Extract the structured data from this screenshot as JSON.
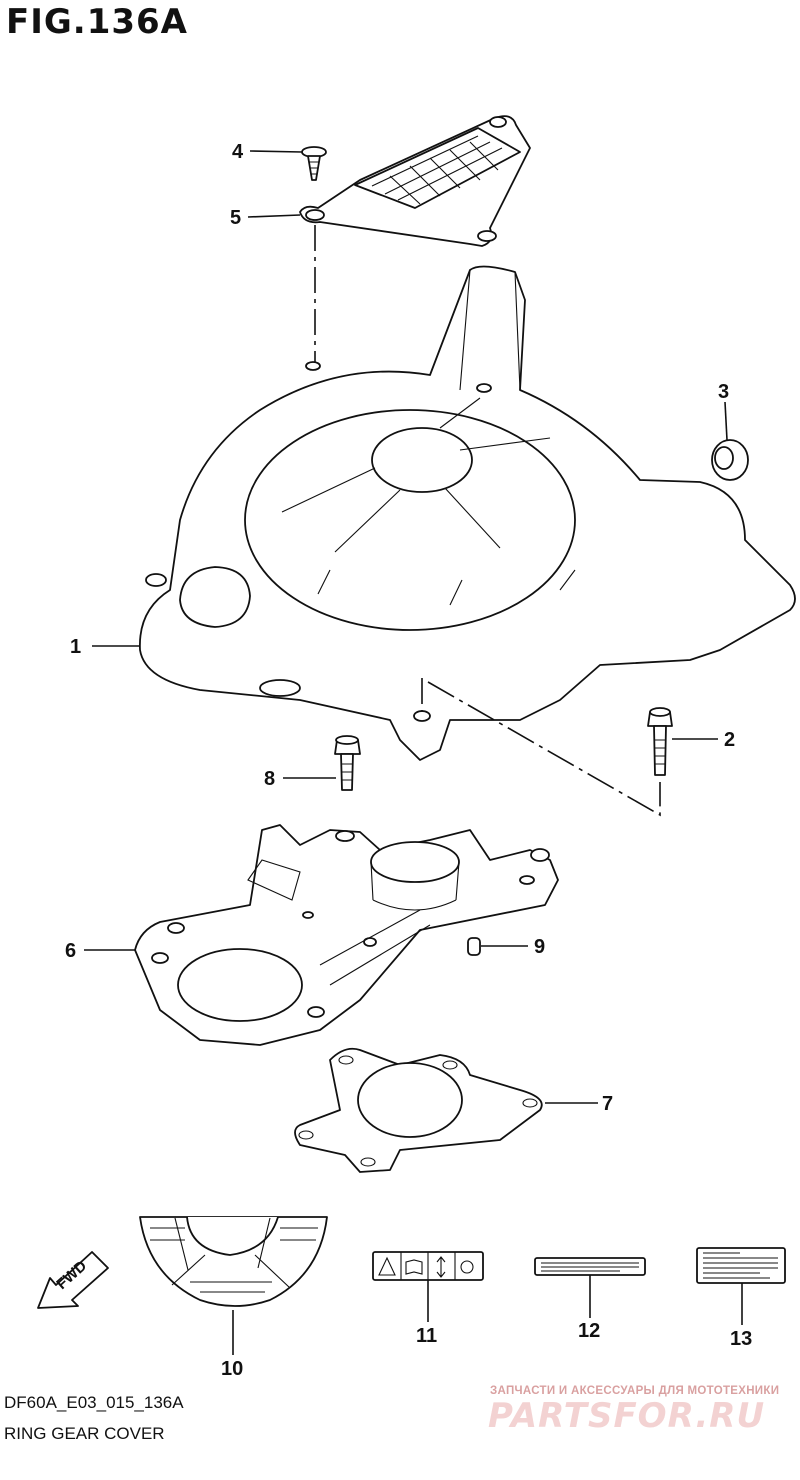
{
  "figure": {
    "title": "FIG.136A"
  },
  "callouts": [
    {
      "id": "1",
      "label": "1"
    },
    {
      "id": "2",
      "label": "2"
    },
    {
      "id": "3",
      "label": "3"
    },
    {
      "id": "4",
      "label": "4"
    },
    {
      "id": "5",
      "label": "5"
    },
    {
      "id": "6",
      "label": "6"
    },
    {
      "id": "7",
      "label": "7"
    },
    {
      "id": "8",
      "label": "8"
    },
    {
      "id": "9",
      "label": "9"
    },
    {
      "id": "10",
      "label": "10"
    },
    {
      "id": "11",
      "label": "11"
    },
    {
      "id": "12",
      "label": "12"
    },
    {
      "id": "13",
      "label": "13"
    }
  ],
  "direction": {
    "label": "FWD"
  },
  "footer": {
    "model_code": "DF60A_E03_015_136A",
    "caption": "RING GEAR COVER"
  },
  "watermark": {
    "tagline": "ЗАПЧАСТИ И АКСЕССУАРЫ ДЛЯ МОТОТЕХНИКИ",
    "brand": "PARTSFOR.RU"
  }
}
